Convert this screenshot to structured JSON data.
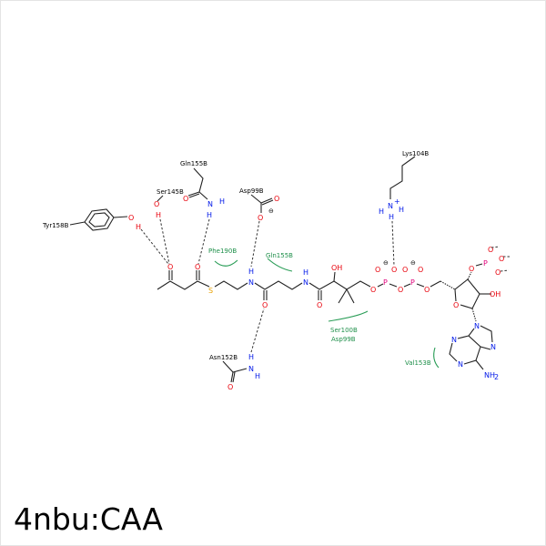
{
  "title": "4nbu:CAA",
  "residues": {
    "tyr": "Tyr158B",
    "ser": "Ser145B",
    "gln_hb": "Gln155B",
    "asp_hb": "Asp99B",
    "lys": "Lys104B",
    "asn": "Asn152B"
  },
  "hydrophobic": {
    "phe": "Phe190B",
    "gln": "Gln155B",
    "ser": "Ser100B",
    "asp": "Asp99B",
    "val": "Val153B"
  },
  "atoms": {
    "O": "O",
    "N": "N",
    "H": "H",
    "S": "S",
    "P": "P",
    "OH": "OH",
    "NH2": "NH",
    "plus": "+",
    "minus": "⊖",
    "sub2": "2"
  },
  "colors": {
    "oxygen": "#e8000b",
    "nitrogen": "#0018e8",
    "sulfur": "#e8a000",
    "phosphorus": "#e0007a",
    "hydrophobic": "#2a9d57"
  }
}
